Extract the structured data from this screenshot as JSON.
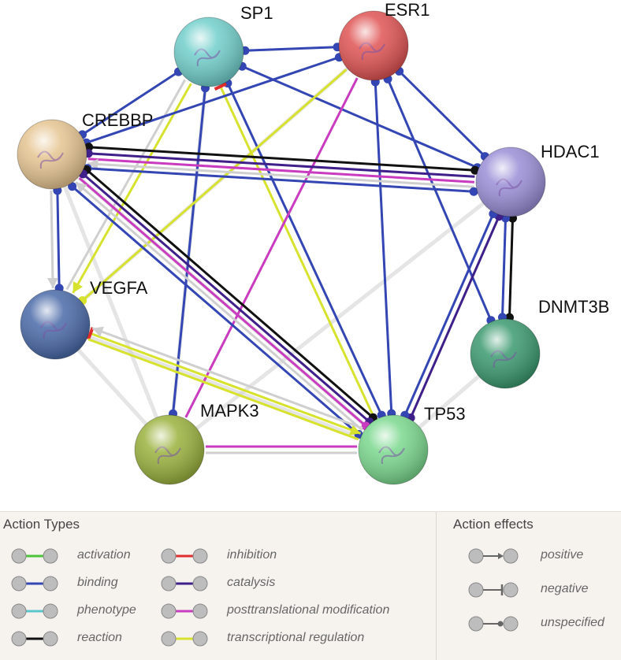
{
  "nodes": [
    {
      "id": "SP1",
      "label": "SP1",
      "color": "#72cfcc"
    },
    {
      "id": "ESR1",
      "label": "ESR1",
      "color": "#e05454"
    },
    {
      "id": "CREBBP",
      "label": "CREBBP",
      "color": "#e6c592"
    },
    {
      "id": "HDAC1",
      "label": "HDAC1",
      "color": "#9a8ed6"
    },
    {
      "id": "VEGFA",
      "label": "VEGFA",
      "color": "#4a6aa8"
    },
    {
      "id": "DNMT3B",
      "label": "DNMT3B",
      "color": "#3c9a70"
    },
    {
      "id": "MAPK3",
      "label": "MAPK3",
      "color": "#9ab23e"
    },
    {
      "id": "TP53",
      "label": "TP53",
      "color": "#7bd88e"
    }
  ],
  "edge_colors": {
    "activation": "#4cc43a",
    "binding": "#3346b3",
    "phenotype": "#5bc6cc",
    "reaction": "#111111",
    "inhibition": "#e02c2c",
    "catalysis": "#3f1f8a",
    "ptm": "#c93bbf",
    "transcriptional": "#d7e22e",
    "background": "#cfcfcf"
  },
  "legend": {
    "action_types_title": "Action Types",
    "action_effects_title": "Action effects",
    "types": [
      {
        "label": "activation",
        "color": "#4cc43a"
      },
      {
        "label": "inhibition",
        "color": "#e02c2c"
      },
      {
        "label": "binding",
        "color": "#3346b3"
      },
      {
        "label": "catalysis",
        "color": "#3f1f8a"
      },
      {
        "label": "phenotype",
        "color": "#5bc6cc"
      },
      {
        "label": "posttranslational modification",
        "color": "#c93bbf"
      },
      {
        "label": "reaction",
        "color": "#111111"
      },
      {
        "label": "transcriptional regulation",
        "color": "#d7e22e"
      }
    ],
    "effects": [
      {
        "label": "positive",
        "marker": "arrow"
      },
      {
        "label": "negative",
        "marker": "bar"
      },
      {
        "label": "unspecified",
        "marker": "dot"
      }
    ]
  }
}
